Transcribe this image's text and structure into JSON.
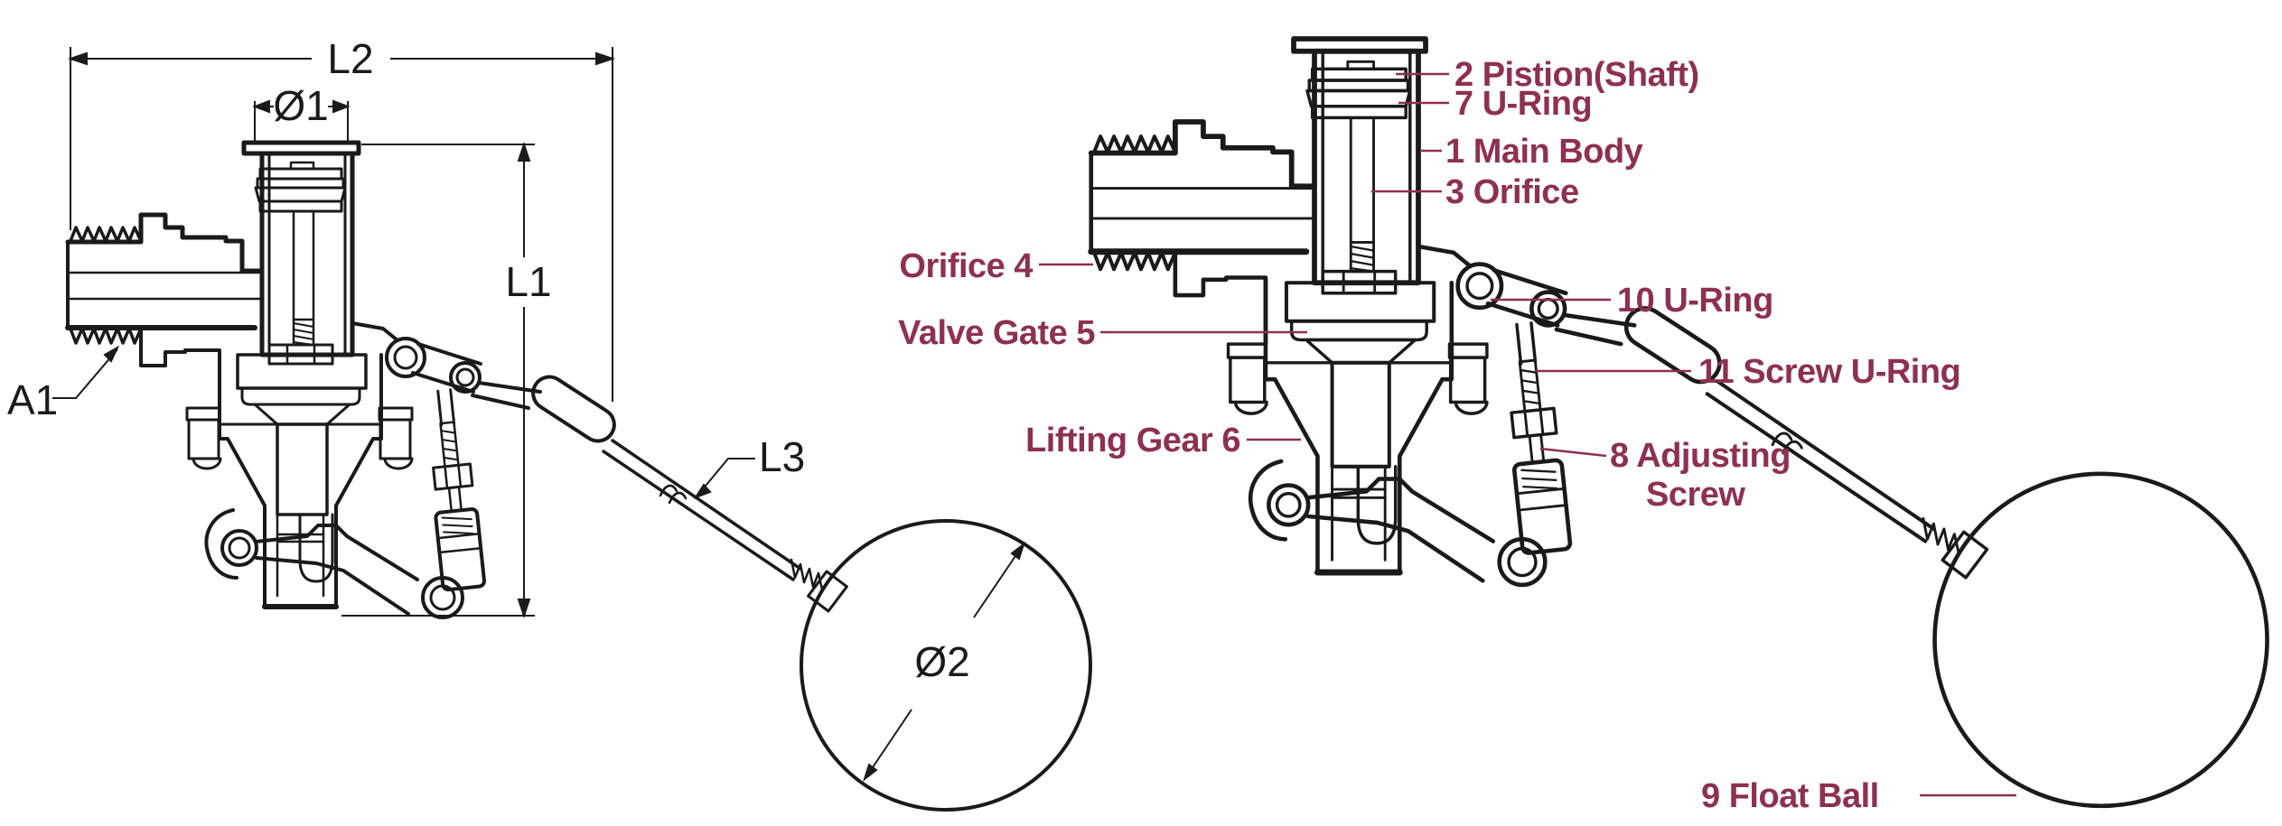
{
  "diagram": {
    "background_color": "#ffffff",
    "line_color": "#1a1a1a",
    "label_color": "#8e3052",
    "subject": "float valve cross-section",
    "left_view": {
      "name": "dimensioned cross-section view",
      "dimension_labels": [
        {
          "id": "L2",
          "text": "L2"
        },
        {
          "id": "D1",
          "text": "Ø1"
        },
        {
          "id": "L1",
          "text": "L1"
        },
        {
          "id": "A1",
          "text": "A1"
        },
        {
          "id": "L3",
          "text": "L3"
        },
        {
          "id": "D2",
          "text": "Ø2"
        }
      ]
    },
    "right_view": {
      "name": "part callout view",
      "part_labels": [
        {
          "number": "2",
          "name": "Pistion(Shaft)",
          "text": "2 Pistion(Shaft)"
        },
        {
          "number": "7",
          "name": "U-Ring",
          "text": "7 U-Ring"
        },
        {
          "number": "1",
          "name": "Main Body",
          "text": "1 Main Body"
        },
        {
          "number": "3",
          "name": "Orifice",
          "text": "3 Orifice"
        },
        {
          "number": "4",
          "name": "Orifice",
          "text": "Orifice 4"
        },
        {
          "number": "5",
          "name": "Valve Gate",
          "text": "Valve Gate 5"
        },
        {
          "number": "6",
          "name": "Lifting Gear",
          "text": "Lifting Gear 6"
        },
        {
          "number": "10",
          "name": "U-Ring",
          "text": "10 U-Ring"
        },
        {
          "number": "11",
          "name": "Screw U-Ring",
          "text": "11 Screw U-Ring"
        },
        {
          "number": "8",
          "name": "Adjusting Screw",
          "text_line1": "8 Adjusting",
          "text_line2": "Screw"
        },
        {
          "number": "9",
          "name": "Float Ball",
          "text": "9 Float Ball"
        }
      ]
    }
  }
}
